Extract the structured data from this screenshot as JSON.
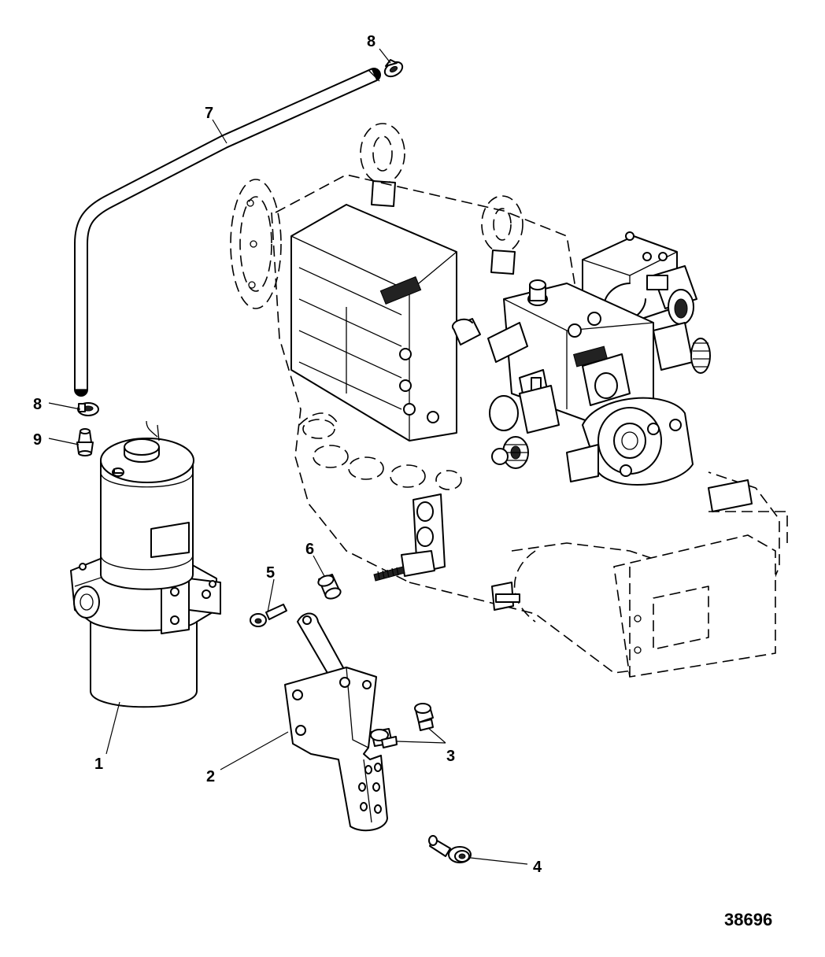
{
  "figure_id": "38696",
  "callouts": {
    "c1": "1",
    "c2": "2",
    "c3": "3",
    "c4": "4",
    "c5": "5",
    "c6": "6",
    "c7": "7",
    "c8_top": "8",
    "c8_left": "8",
    "c9": "9"
  }
}
